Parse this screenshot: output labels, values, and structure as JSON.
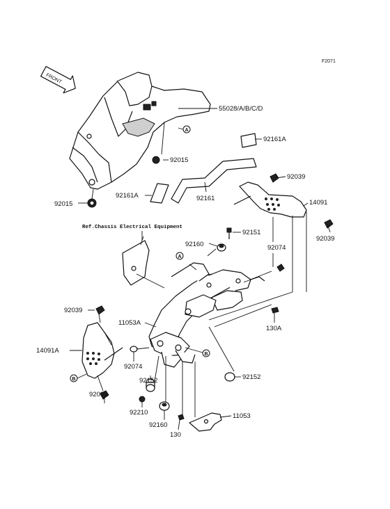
{
  "figure_code": "F2071",
  "front_badge": "FRONT",
  "reference_note": "Ref.Chassis Electrical Equipment",
  "callouts": {
    "a": "A",
    "b": "B"
  },
  "parts": {
    "p55028": "55028/A/B/C/D",
    "p92161a_top": "92161A",
    "p92015_mid": "92015",
    "p92039_top": "92039",
    "p14091": "14091",
    "p92161": "92161",
    "p92161a_left": "92161A",
    "p92015_left": "92015",
    "p92039_right": "92039",
    "p92151": "92151",
    "p92160_top": "92160",
    "p92074_top": "92074",
    "p92039_left": "92039",
    "p11053a": "11053A",
    "p130a": "130A",
    "p14091a": "14091A",
    "p92074_low": "92074",
    "p92152_mid": "92152",
    "p92152_right": "92152",
    "p92039_bottom": "92039",
    "p92210": "92210",
    "p11053": "11053",
    "p92160_low": "92160",
    "p130": "130"
  }
}
